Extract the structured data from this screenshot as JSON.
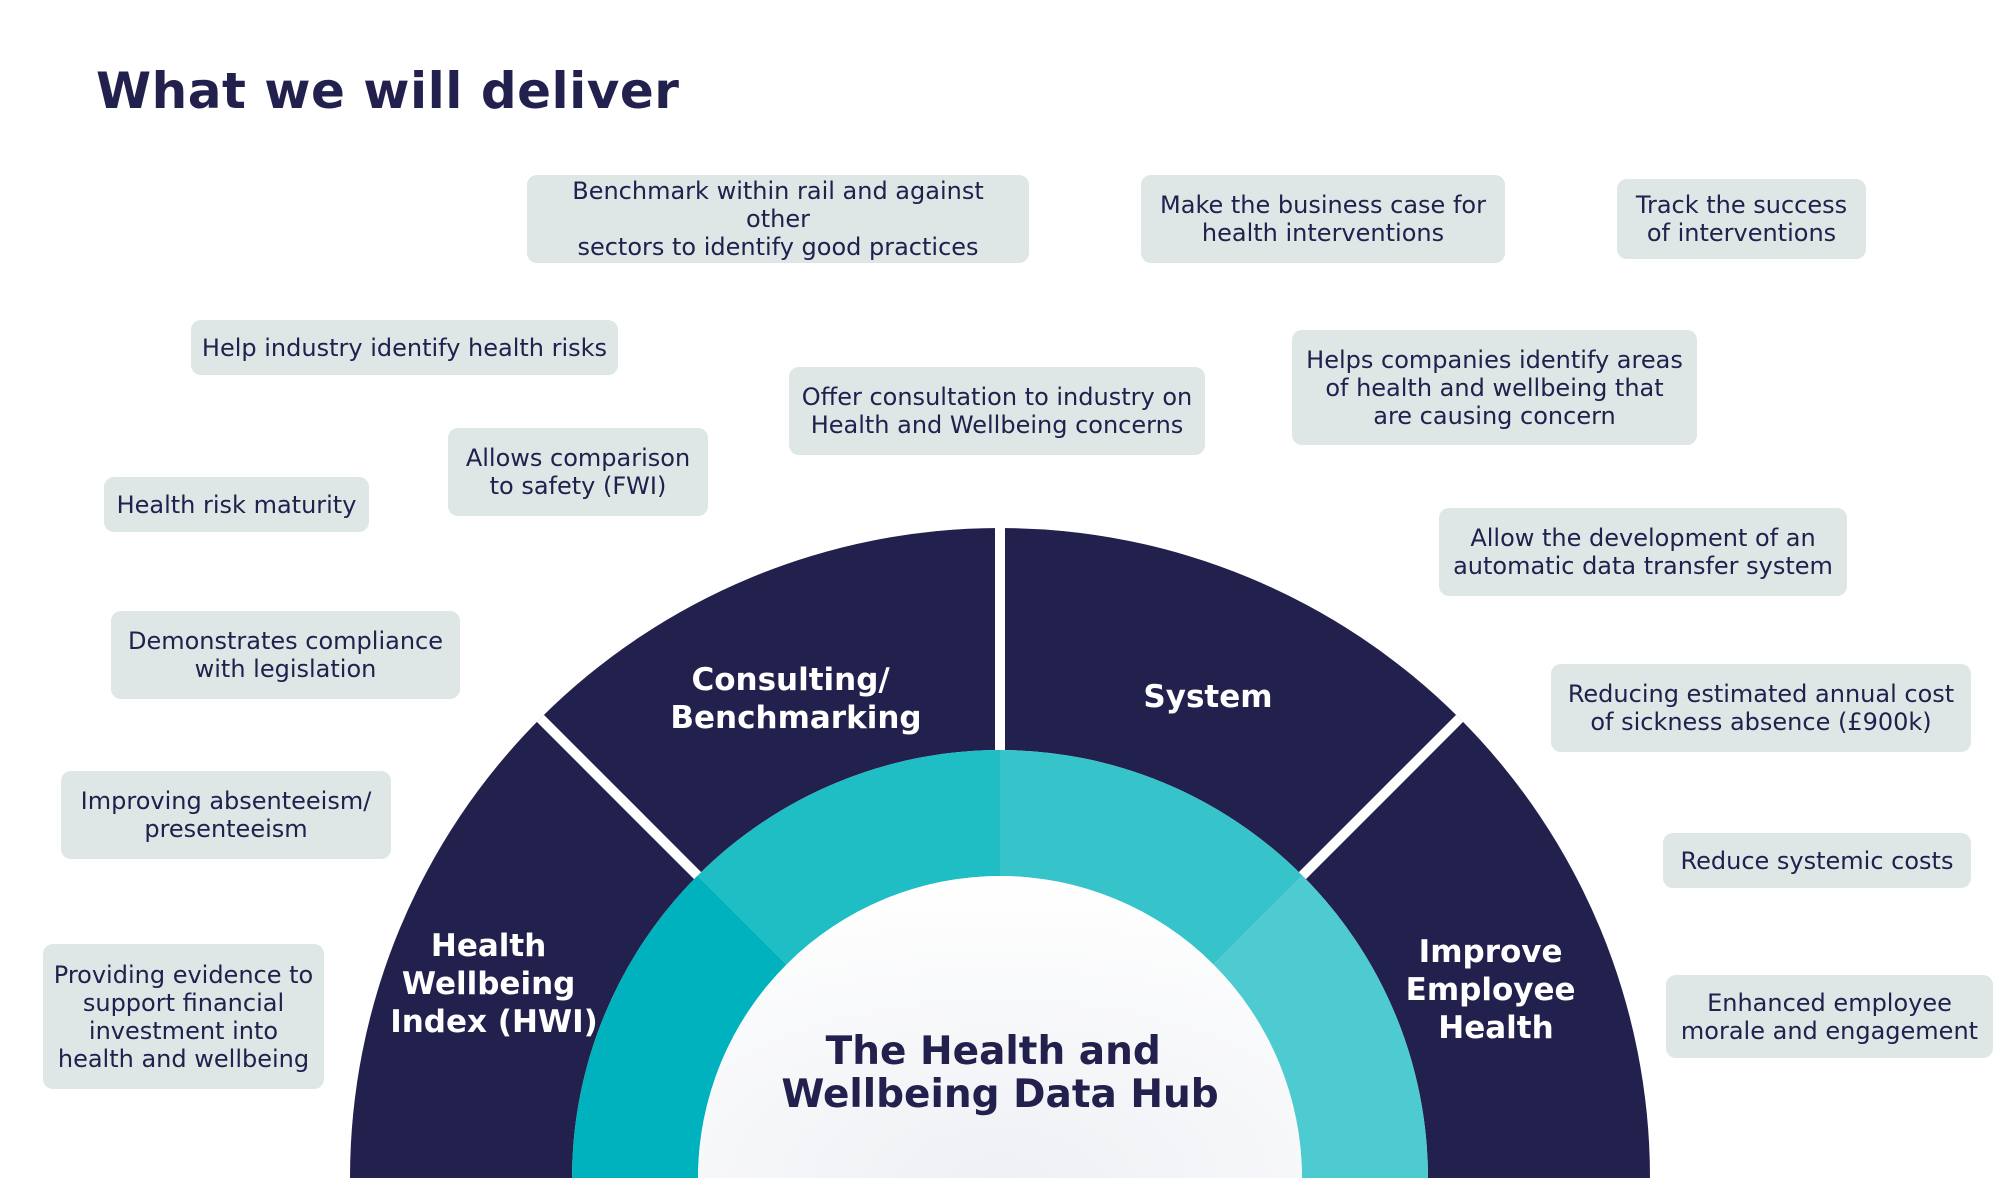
{
  "title": "What we will deliver",
  "hub": {
    "center_line1": "The Health and",
    "center_line2": "Wellbeing Data Hub",
    "segments": [
      {
        "lines": [
          "Health",
          "Wellbeing",
          "Index (HWI)"
        ]
      },
      {
        "lines": [
          "Consulting/",
          "Benchmarking"
        ]
      },
      {
        "lines": [
          "System"
        ]
      },
      {
        "lines": [
          "Improve",
          "Employee",
          "Health"
        ]
      }
    ]
  },
  "boxes": {
    "benchmark": "Benchmark within rail and against other\nsectors to identify good practices",
    "business_case": "Make the business case for\nhealth interventions",
    "track_success": "Track the success\nof interventions",
    "identify_risks": "Help industry identify health risks",
    "offer_consultation": "Offer consultation to industry on\nHealth and Wellbeing concerns",
    "identify_areas": "Helps companies identify areas\nof health and wellbeing that\nare causing concern",
    "risk_maturity": "Health risk maturity",
    "comparison_safety": "Allows comparison\nto safety (FWI)",
    "data_transfer": "Allow the development of an\nautomatic data transfer system",
    "compliance": "Demonstrates compliance\nwith legislation",
    "reducing_cost": "Reducing estimated annual cost\nof sickness absence (£900k)",
    "absenteeism": "Improving absenteeism/\npresenteeism",
    "systemic_costs": "Reduce systemic costs",
    "evidence": "Providing evidence to\nsupport financial\ninvestment into\nhealth and wellbeing",
    "morale": "Enhanced employee\nmorale and engagement"
  },
  "colors": {
    "navy": "#22204d",
    "teal_1": "#00b2bd",
    "teal_2": "#1fbdc4",
    "teal_3": "#36c3ca",
    "teal_4": "#4ecbd0",
    "box_bg": "#dfe6e6"
  }
}
